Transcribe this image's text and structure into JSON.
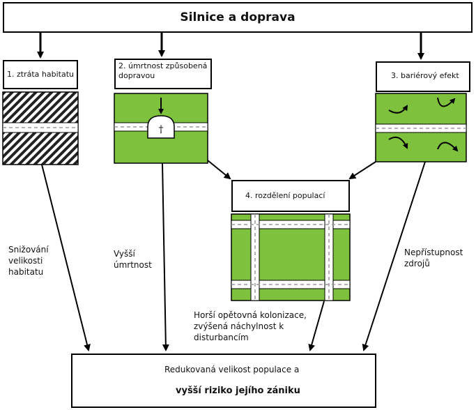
{
  "title": "Silnice a doprava",
  "boxes": {
    "habitat_loss": "1. ztráta habitatu",
    "mortality": "2. úmrtnost způsobená dopravou",
    "barrier": "3. bariérový efekt",
    "fragmentation": "4. rozdělení populací"
  },
  "effects": {
    "habitat_reduction": "Snižování velikosti habitatu",
    "higher_mortality": "Vyšší úmrtnost",
    "recolonization": "Horší opětovná kolonizace, zvýšená náchylnost k disturbancím",
    "inaccessibility": "Nepřístupnost zdrojů"
  },
  "outcome": {
    "line1": "Redukovaná velikost populace a",
    "line2": "vyšší riziko jejího zániku"
  },
  "colors": {
    "habitat_green": "#7ec13c",
    "road": "#ffffff",
    "border": "#000000"
  },
  "symbols": {
    "cross": "†"
  }
}
